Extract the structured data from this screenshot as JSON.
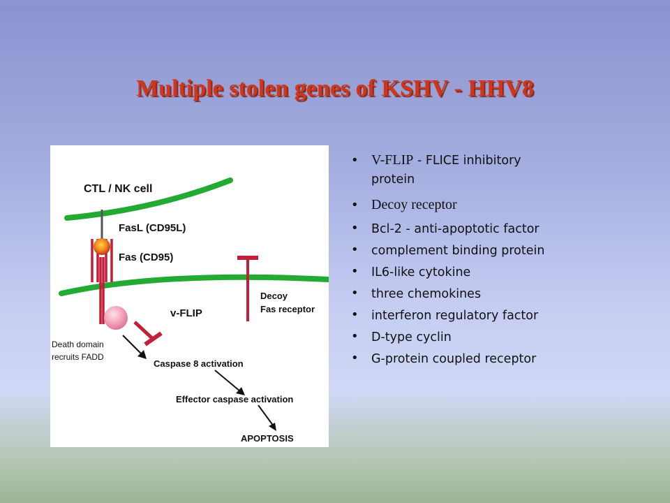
{
  "title": "Multiple stolen genes of KSHV - HHV8",
  "colors": {
    "title": "#d2361a",
    "membrane": "#22aa33",
    "receptor": "#c21f3a",
    "ligand_core": "#f08a1e",
    "fadd": "#f2a0b8"
  },
  "figure": {
    "cell_label": "CTL / NK cell",
    "fasl_label": "FasL (CD95L)",
    "fas_label": "Fas (CD95)",
    "decoy_label_1": "Decoy",
    "decoy_label_2": "Fas receptor",
    "vflip_label": "v-FLIP",
    "death_label_1": "Death domain",
    "death_label_2": "recruits FADD",
    "caspase8_label": "Caspase 8 activation",
    "effector_label": "Effector caspase activation",
    "apoptosis_label": "APOPTOSIS"
  },
  "bullets": [
    {
      "lead": "V-FLIP",
      "text": " - FLICE inhibitory",
      "text2": "protein"
    },
    {
      "lead": "Decoy receptor"
    },
    {
      "text": "Bcl-2 - anti-apoptotic factor"
    },
    {
      "text": "complement binding protein"
    },
    {
      "text": "IL6-like cytokine"
    },
    {
      "text": "three chemokines"
    },
    {
      "text": "interferon regulatory factor"
    },
    {
      "text": "D-type cyclin"
    },
    {
      "text": "G-protein coupled receptor"
    }
  ],
  "bullet_symbol": "•"
}
